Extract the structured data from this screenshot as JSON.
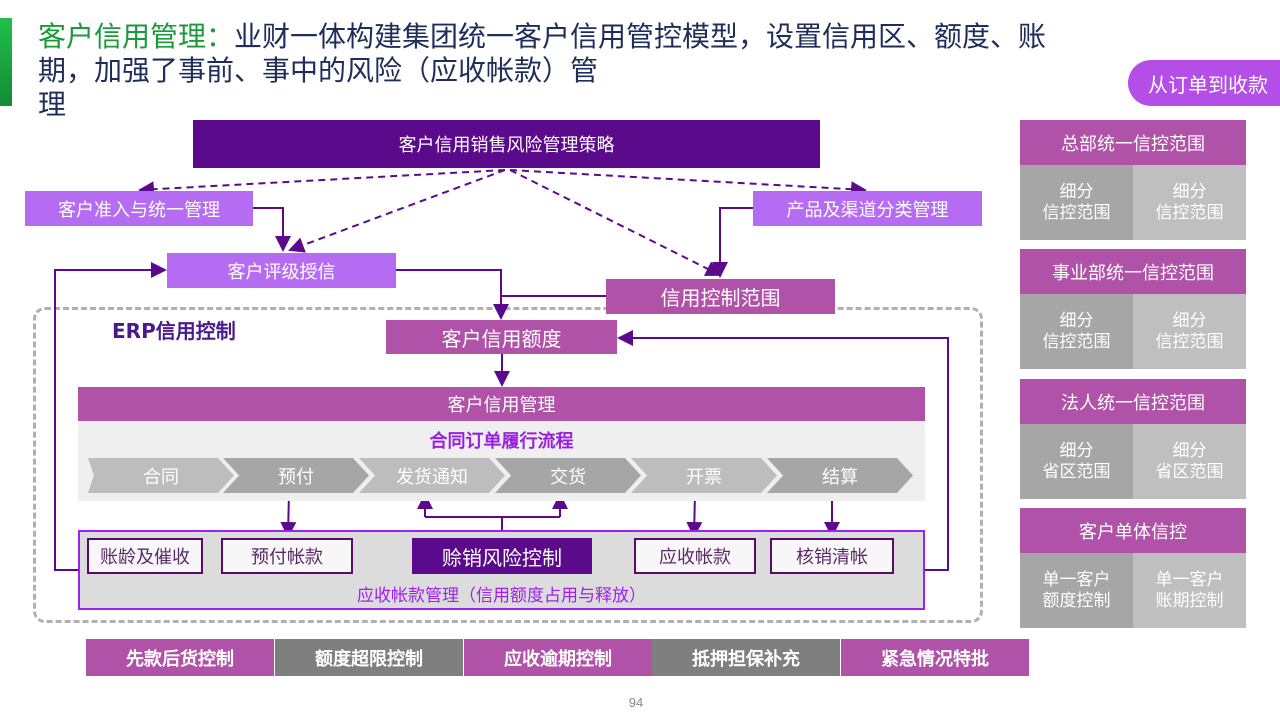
{
  "title": {
    "highlight": "客户信用管理：",
    "line1": "业财一体构建集团统一客户信用管控模型，设置信用区、额度、账",
    "line2": "期，加强了事前、事中的风险（应收帐款）管",
    "line3": "理"
  },
  "pill": "从订单到收款",
  "strategy": "客户信用销售风险管理策略",
  "nodes": {
    "access": "客户准入与统一管理",
    "product": "产品及渠道分类管理",
    "rating": "客户评级授信",
    "scope": "信用控制范围",
    "erp": "ERP信用控制",
    "limit": "客户信用额度",
    "mgmt": "客户信用管理",
    "flow_title": "合同订单履行流程"
  },
  "flow": [
    "合同",
    "预付",
    "发货通知",
    "交货",
    "开票",
    "结算"
  ],
  "ar_boxes": [
    "账龄及催收",
    "预付帐款",
    "赊销风险控制",
    "应收帐款",
    "核销清帐"
  ],
  "ar_label": "应收帐款管理（信用额度占用与释放）",
  "bottom": [
    "先款后货控制",
    "额度超限控制",
    "应收逾期控制",
    "抵押担保补充",
    "紧急情况特批"
  ],
  "right": [
    {
      "header": "总部统一信控范围",
      "cells": [
        "细分\n信控范围",
        "细分\n信控范围"
      ]
    },
    {
      "header": "事业部统一信控范围",
      "cells": [
        "细分\n信控范围",
        "细分\n信控范围"
      ]
    },
    {
      "header": "法人统一信控范围",
      "cells": [
        "细分\n省区范围",
        "细分\n省区范围"
      ]
    },
    {
      "header": "客户单体信控",
      "cells": [
        "单一客户\n额度控制",
        "单一客户\n账期控制"
      ]
    }
  ],
  "page_number": "94"
}
